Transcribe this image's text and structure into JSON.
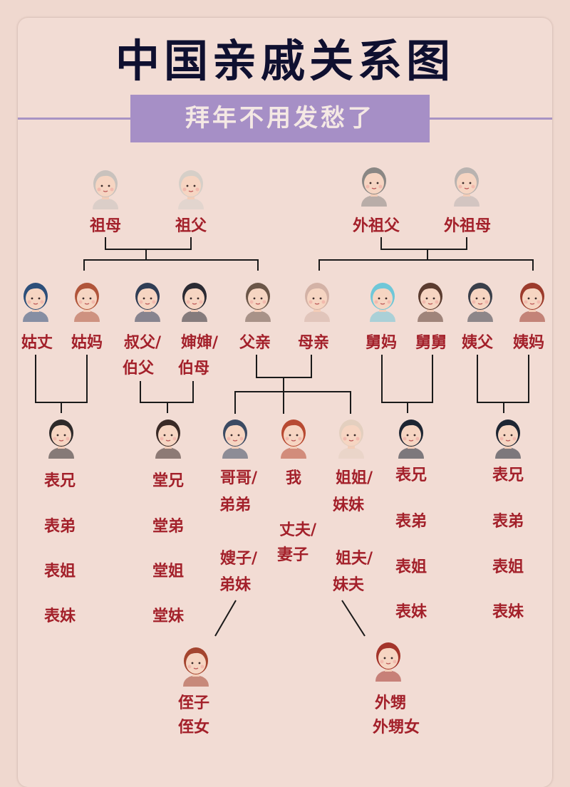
{
  "title": "中国亲戚关系图",
  "subtitle": "拜年不用发愁了",
  "colors": {
    "label": "#a3202a",
    "banner": "#a68fc6",
    "background": "#f2dcd4",
    "title": "#0f1030"
  },
  "grandparents": {
    "paternal": {
      "grandmother": "祖母",
      "grandfather": "祖父"
    },
    "maternal": {
      "grandfather": "外祖父",
      "grandmother": "外祖母"
    }
  },
  "parents_generation": {
    "gu_zhang": "姑丈",
    "gu_ma": "姑妈",
    "shu_fu": [
      "叔父/",
      "伯父"
    ],
    "shen_shen": [
      "婶婶/",
      "伯母"
    ],
    "father": "父亲",
    "mother": "母亲",
    "jiu_ma": "舅妈",
    "jiu_jiu": "舅舅",
    "yi_fu": "姨父",
    "yi_ma": "姨妈"
  },
  "my_generation": {
    "gu_cousins": [
      "表兄",
      "表弟",
      "表姐",
      "表妹"
    ],
    "tang_cousins": [
      "堂兄",
      "堂弟",
      "堂姐",
      "堂妹"
    ],
    "brothers": [
      "哥哥/",
      "弟弟"
    ],
    "me": "我",
    "sisters": [
      "姐姐/",
      "妹妹"
    ],
    "spouse": [
      "丈夫/",
      "妻子"
    ],
    "brothers_wives": [
      "嫂子/",
      "弟妹"
    ],
    "sisters_husbands": [
      "姐夫/",
      "妹夫"
    ],
    "jiu_cousins": [
      "表兄",
      "表弟",
      "表姐",
      "表妹"
    ],
    "yi_cousins": [
      "表兄",
      "表弟",
      "表姐",
      "表妹"
    ]
  },
  "next_generation": {
    "nephews_brother": [
      "侄子",
      "侄女"
    ],
    "nephews_sister": [
      "外甥",
      "外甥女"
    ]
  }
}
